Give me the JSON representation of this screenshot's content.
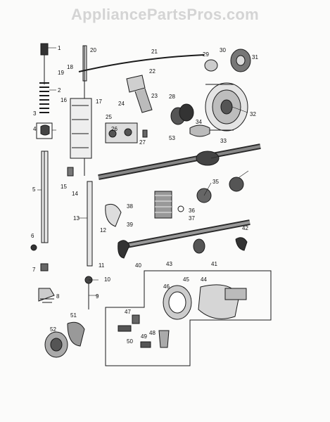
{
  "watermark": "AppliancePartsPros.com",
  "colors": {
    "ink": "#1a1a1a",
    "paper": "#fbfbfa",
    "shade": "#555555",
    "watermark": "#d4d4d4"
  },
  "part_labels": [
    "1",
    "2",
    "3",
    "4",
    "5",
    "6",
    "7",
    "8",
    "9",
    "10",
    "11",
    "12",
    "13",
    "14",
    "15",
    "16",
    "17",
    "18",
    "19",
    "20",
    "21",
    "22",
    "23",
    "24",
    "25",
    "26",
    "27",
    "28",
    "29",
    "30",
    "31",
    "32",
    "33",
    "34",
    "35",
    "36",
    "37",
    "38",
    "39",
    "40",
    "41",
    "42",
    "43",
    "44",
    "45",
    "46",
    "47",
    "48",
    "49",
    "50",
    "51",
    "52",
    "53"
  ]
}
